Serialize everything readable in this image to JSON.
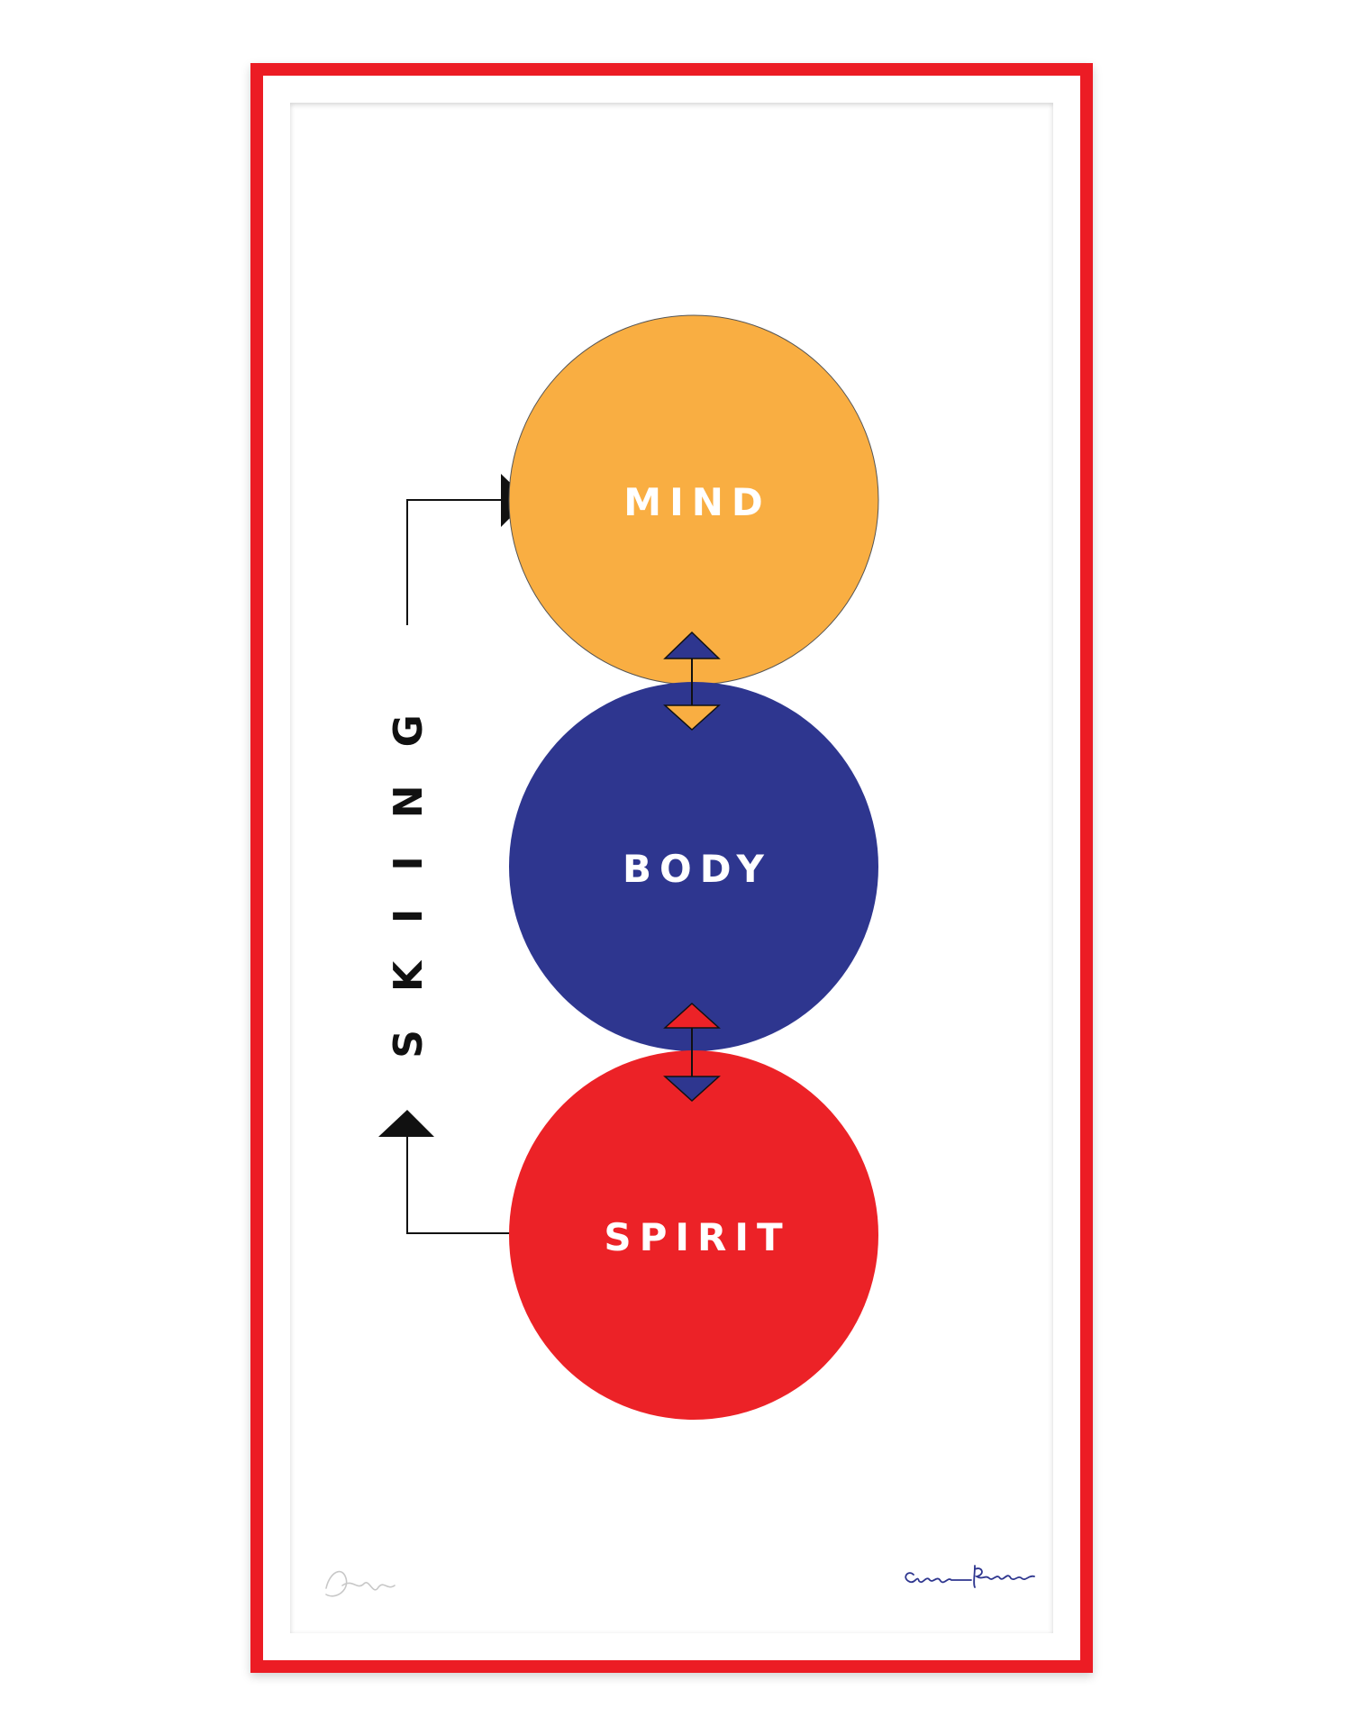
{
  "poster": {
    "vertical_title": "SKIING",
    "circles": [
      {
        "label": "MIND",
        "color": "#f9ae42"
      },
      {
        "label": "BODY",
        "color": "#2e368f"
      },
      {
        "label": "SPIRIT",
        "color": "#ec2227"
      }
    ],
    "signature_left": "D. Design",
    "signature_right": "Aspen Posters",
    "colors": {
      "frame": "#ec1c24",
      "paper": "#ffffff",
      "ink": "#111111"
    }
  }
}
